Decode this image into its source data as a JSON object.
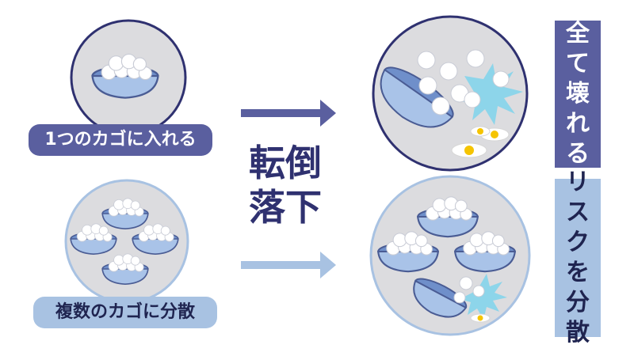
{
  "labels": {
    "single_basket": "1つのカゴに入れる",
    "multiple_baskets": "複数のカゴに分散"
  },
  "center": {
    "line1": "転倒",
    "line2": "落下"
  },
  "results": {
    "all_broken": "全て壊れる",
    "risk_spread": "リスクを分散"
  },
  "colors": {
    "dark_accent": "#5a5f9f",
    "light_accent": "#a8c2e2",
    "circle_fill": "#dcdcdf",
    "bowl_blue": "#7c9cd0",
    "title_navy": "#2f3170"
  }
}
